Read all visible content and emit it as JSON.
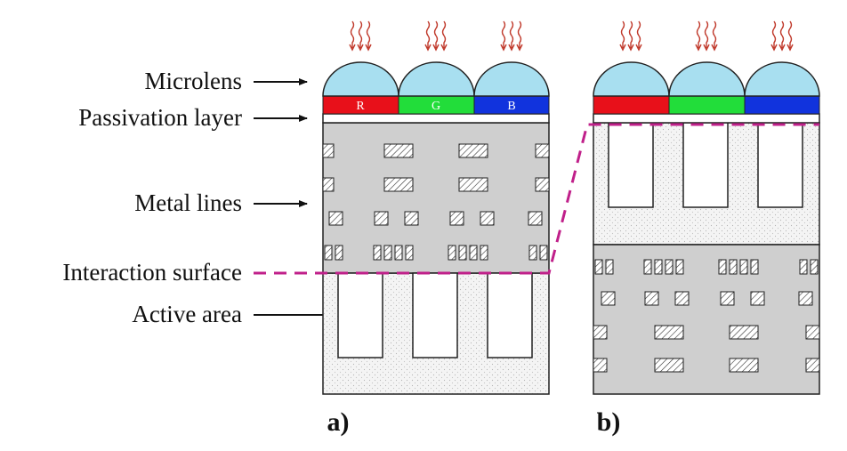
{
  "labels": {
    "microlens": "Microlens",
    "passivation": "Passivation layer",
    "metal_lines": "Metal lines",
    "interaction_surface": "Interaction surface",
    "active_area": "Active area"
  },
  "subfigures": {
    "a": "a)",
    "b": "b)"
  },
  "color_filters": [
    {
      "letter": "R",
      "color": "#e8101a"
    },
    {
      "letter": "G",
      "color": "#22dd3a"
    },
    {
      "letter": "B",
      "color": "#1133dd"
    }
  ],
  "colors": {
    "microlens": "#a8dff0",
    "metal_block": "#cfcfcf",
    "substrate": "#efefef",
    "light_arrows": "#c0392b",
    "interaction_line": "#c0208a",
    "outline": "#222222"
  },
  "icons": {
    "light_rays": "wavy-down-arrow",
    "pointer": "right-arrow"
  }
}
